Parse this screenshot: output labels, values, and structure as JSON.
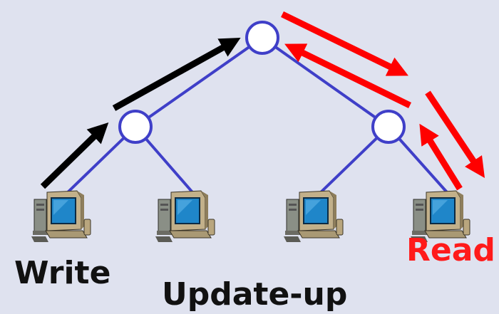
{
  "labels": {
    "write": "Write",
    "update": "Update-up",
    "read": "Read"
  },
  "colors": {
    "background": "#dfe2ef",
    "edge": "#3f3fc8",
    "node_fill": "#ffffff",
    "write_arrow": "#000000",
    "read_arrow": "#ff0000",
    "label_text": "#111111",
    "read_text": "#ff1a1a"
  },
  "icons": {
    "computer": "desktop-computer-icon",
    "node": "tree-node-circle"
  }
}
